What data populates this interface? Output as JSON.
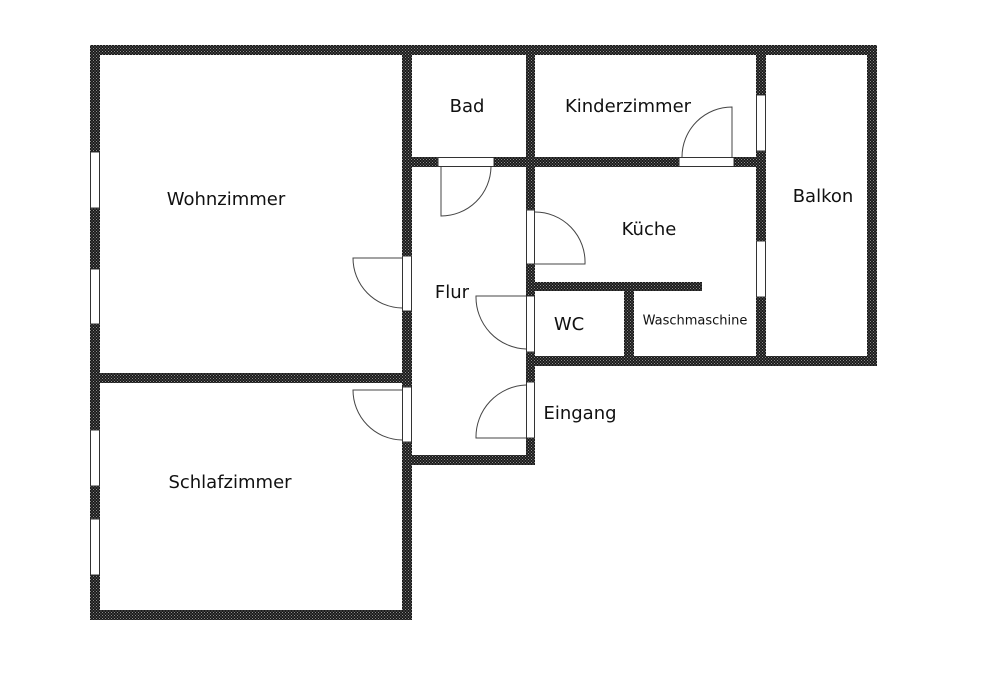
{
  "plan": {
    "rooms": {
      "wohnzimmer": "Wohnzimmer",
      "bad": "Bad",
      "kinderzimmer": "Kinderzimmer",
      "balkon": "Balkon",
      "kueche": "Küche",
      "flur": "Flur",
      "wc": "WC",
      "waschmaschine": "Waschmaschine",
      "eingang": "Eingang",
      "schlafzimmer": "Schlafzimmer"
    },
    "colors": {
      "wall": "#1a1a1a",
      "wall_pattern": "#9a9a9a",
      "background": "#ffffff"
    }
  }
}
